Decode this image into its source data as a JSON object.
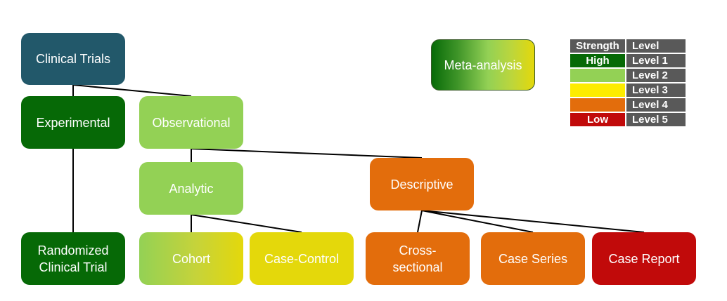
{
  "nodes": {
    "clinical_trials": "Clinical Trials",
    "experimental": "Experimental",
    "observational": "Observational",
    "analytic": "Analytic",
    "descriptive": "Descriptive",
    "randomized": "Randomized\nClinical Trial",
    "cohort": "Cohort",
    "case_control": "Case-Control",
    "cross_sectional": "Cross-\nsectional",
    "case_series": "Case Series",
    "case_report": "Case Report",
    "meta_analysis": "Meta-analysis"
  },
  "colors": {
    "teal": "#22586a",
    "dark_green": "#066906",
    "light_green": "#93d155",
    "yellow": "#e4d80b",
    "orange": "#e36d0c",
    "red": "#c10a0a",
    "legend_gray": "#595959",
    "connector": "#000000"
  },
  "legend": {
    "header_strength": "Strength",
    "header_level": "Level",
    "rows": [
      {
        "strength": "High",
        "level": "Level 1",
        "color": "#066906"
      },
      {
        "strength": "",
        "level": "Level 2",
        "color": "#93d155"
      },
      {
        "strength": "",
        "level": "Level 3",
        "color": "#fdec00"
      },
      {
        "strength": "",
        "level": "Level 4",
        "color": "#e36d0c"
      },
      {
        "strength": "Low",
        "level": "Level 5",
        "color": "#c10a0a"
      }
    ]
  },
  "edges": [
    [
      "clinical_trials",
      "experimental"
    ],
    [
      "clinical_trials",
      "observational"
    ],
    [
      "experimental",
      "randomized"
    ],
    [
      "observational",
      "analytic"
    ],
    [
      "observational",
      "descriptive"
    ],
    [
      "analytic",
      "cohort"
    ],
    [
      "analytic",
      "case_control"
    ],
    [
      "descriptive",
      "cross_sectional"
    ],
    [
      "descriptive",
      "case_series"
    ],
    [
      "descriptive",
      "case_report"
    ]
  ]
}
